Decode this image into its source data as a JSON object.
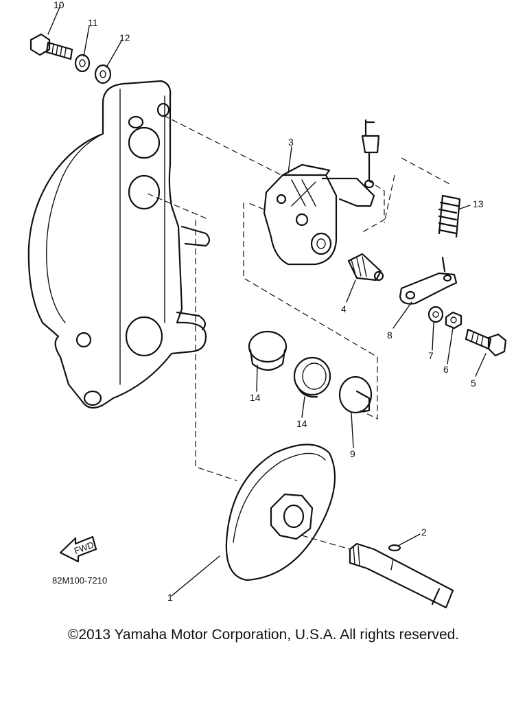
{
  "diagram": {
    "callouts": [
      {
        "id": "1",
        "label": "1"
      },
      {
        "id": "2",
        "label": "2"
      },
      {
        "id": "3",
        "label": "3"
      },
      {
        "id": "4",
        "label": "4"
      },
      {
        "id": "5",
        "label": "5"
      },
      {
        "id": "6",
        "label": "6"
      },
      {
        "id": "7",
        "label": "7"
      },
      {
        "id": "8",
        "label": "8"
      },
      {
        "id": "9",
        "label": "9"
      },
      {
        "id": "10",
        "label": "10"
      },
      {
        "id": "11",
        "label": "11"
      },
      {
        "id": "12",
        "label": "12"
      },
      {
        "id": "13",
        "label": "13"
      },
      {
        "id": "14a",
        "label": "14"
      },
      {
        "id": "14b",
        "label": "14"
      }
    ],
    "fwd_label": "FWD",
    "part_code": "82M100-7210"
  },
  "footer": {
    "copyright": "©2013 Yamaha Motor Corporation, U.S.A. All rights reserved."
  }
}
